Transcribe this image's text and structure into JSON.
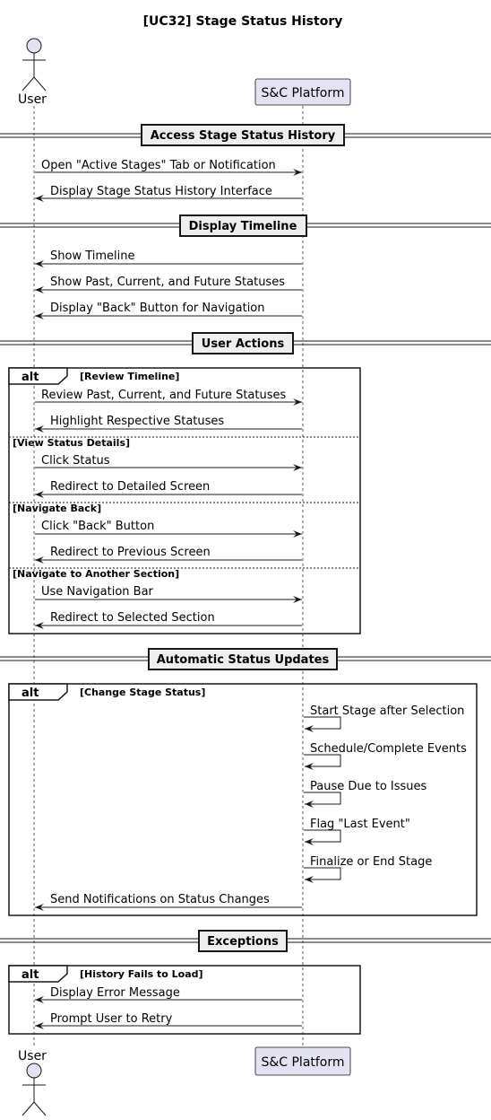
{
  "title": "[UC32] Stage Status History",
  "participants": {
    "user": "User",
    "platform": "S&C Platform"
  },
  "dividers": {
    "access": "Access Stage Status History",
    "timeline": "Display Timeline",
    "actions": "User Actions",
    "auto": "Automatic Status Updates",
    "exceptions": "Exceptions"
  },
  "messages": {
    "open_tab": "Open \"Active Stages\" Tab or Notification",
    "display_interface": "Display Stage Status History Interface",
    "show_timeline": "Show Timeline",
    "show_statuses": "Show Past, Current, and Future Statuses",
    "display_back": "Display \"Back\" Button for Navigation",
    "review": "Review Past, Current, and Future Statuses",
    "highlight": "Highlight Respective Statuses",
    "click_status": "Click Status",
    "redirect_detailed": "Redirect to Detailed Screen",
    "click_back": "Click \"Back\" Button",
    "redirect_previous": "Redirect to Previous Screen",
    "use_nav": "Use Navigation Bar",
    "redirect_section": "Redirect to Selected Section",
    "start_stage": "Start Stage after Selection",
    "schedule_events": "Schedule/Complete Events",
    "pause": "Pause Due to Issues",
    "flag_last": "Flag \"Last Event\"",
    "finalize": "Finalize or End Stage",
    "send_notifications": "Send Notifications on Status Changes",
    "display_error": "Display Error Message",
    "prompt_retry": "Prompt User to Retry"
  },
  "fragments": {
    "alt_keyword": "alt",
    "guard_review": "[Review Timeline]",
    "guard_details": "[View Status Details]",
    "guard_back": "[Navigate Back]",
    "guard_section": "[Navigate to Another Section]",
    "guard_change": "[Change Stage Status]",
    "guard_fail": "[History Fails to Load]"
  },
  "colors": {
    "participant_fill": "#E2E2F0",
    "participant_border": "#181818",
    "divider_fill": "#EEEEEE",
    "line": "#181818"
  }
}
